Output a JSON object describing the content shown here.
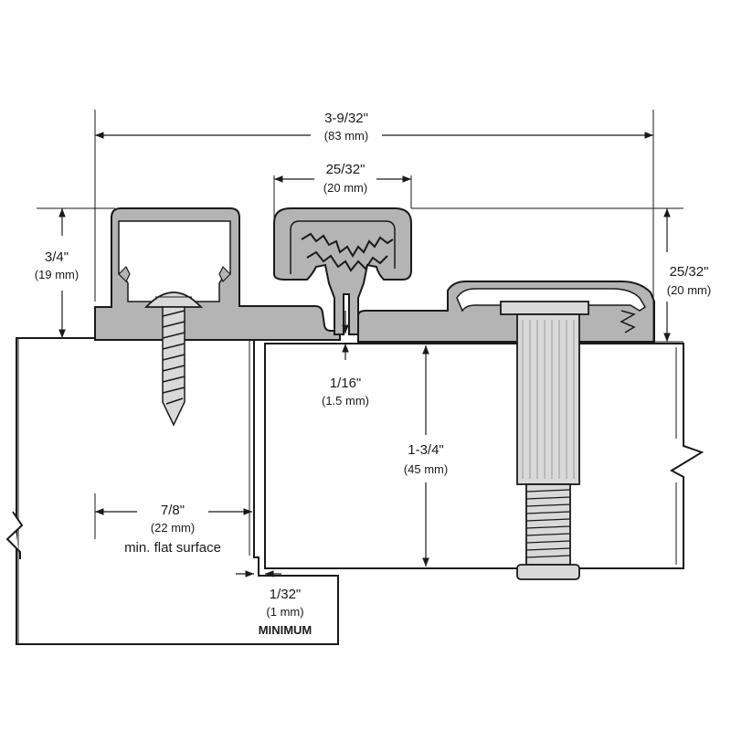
{
  "diagram": {
    "overall_width": {
      "imperial": "3-9/32\"",
      "metric": "(83 mm)"
    },
    "knuckle_width": {
      "imperial": "25/32\"",
      "metric": "(20 mm)"
    },
    "left_height": {
      "imperial": "3/4\"",
      "metric": "(19 mm)"
    },
    "right_height": {
      "imperial": "25/32\"",
      "metric": "(20 mm)"
    },
    "gap": {
      "imperial": "1/16\"",
      "metric": "(1.5 mm)"
    },
    "door_thickness": {
      "imperial": "1-3/4\"",
      "metric": "(45 mm)"
    },
    "flat_surface": {
      "imperial": "7/8\"",
      "metric": "(22 mm)",
      "note": "min. flat surface"
    },
    "clearance": {
      "imperial": "1/32\"",
      "metric": "(1 mm)",
      "note": "MINIMUM"
    }
  }
}
